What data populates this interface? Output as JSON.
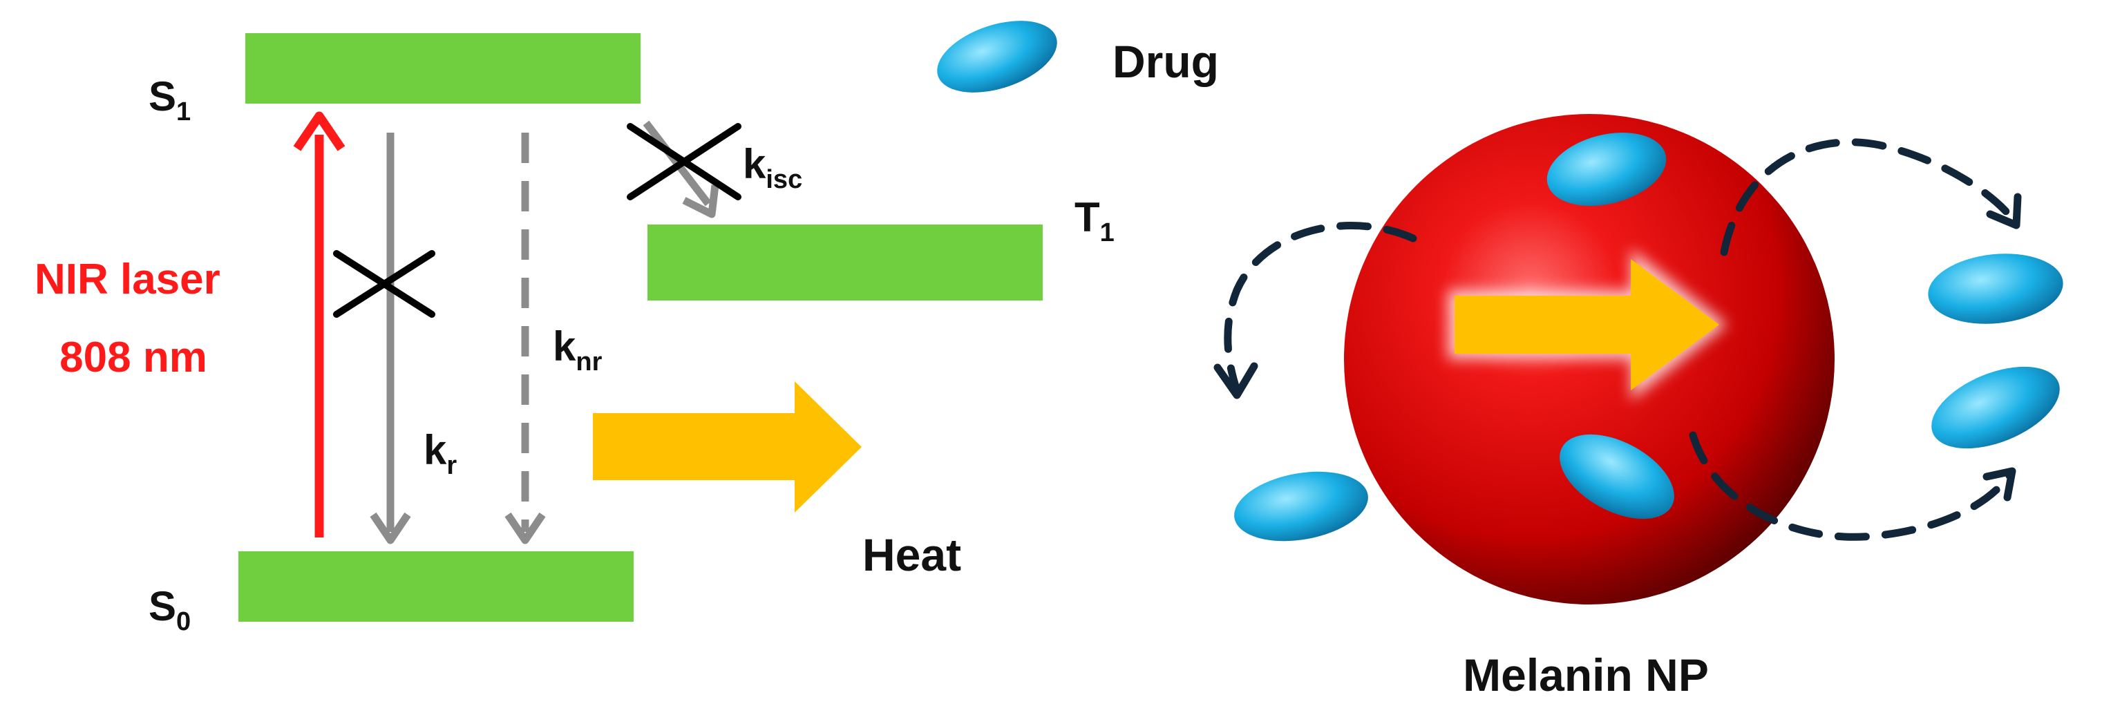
{
  "colors": {
    "level_green": "#6fcf3f",
    "laser_red": "#ff1a1a",
    "transition_gray": "#8c8c8c",
    "heat_orange": "#ffc000",
    "drug_blue": "#1ab0e6",
    "sphere_red": "#e60000",
    "dashed_navy": "#12263a",
    "cross_black": "#000000"
  },
  "energy_levels": {
    "s1": {
      "main": "S",
      "sub": "1"
    },
    "s0": {
      "main": "S",
      "sub": "0"
    },
    "t1": {
      "main": "T",
      "sub": "1"
    }
  },
  "laser": {
    "line1": "NIR laser",
    "line2": "808 nm"
  },
  "rates": {
    "kr": {
      "main": "k",
      "sub": "r"
    },
    "knr": {
      "main": "k",
      "sub": "nr"
    },
    "kisc": {
      "main": "k",
      "sub": "isc"
    }
  },
  "heat": {
    "label": "Heat"
  },
  "legend": {
    "drug_label": "Drug"
  },
  "nanoparticle": {
    "label": "Melanin NP"
  }
}
